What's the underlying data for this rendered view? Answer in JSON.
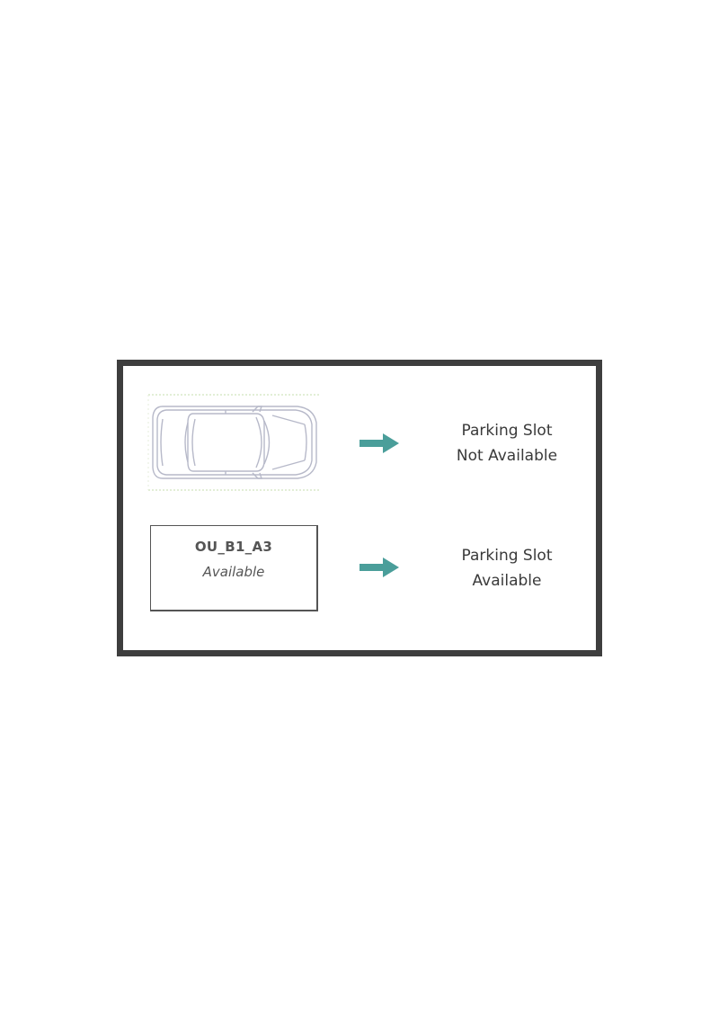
{
  "legend": {
    "rows": [
      {
        "symbol": "car-top-view",
        "description_line1": "Parking Slot",
        "description_line2": "Not Available"
      },
      {
        "symbol": "slot-box",
        "slot_id": "OU_B1_A3",
        "slot_status": "Available",
        "description_line1": "Parking Slot",
        "description_line2": "Available"
      }
    ],
    "colors": {
      "frame": "#3e3e3e",
      "arrow": "#4a9e9a",
      "text": "#3a3a3a",
      "car_outline": "#b7b9c9",
      "car_boundary": "#d9e8c8"
    }
  }
}
